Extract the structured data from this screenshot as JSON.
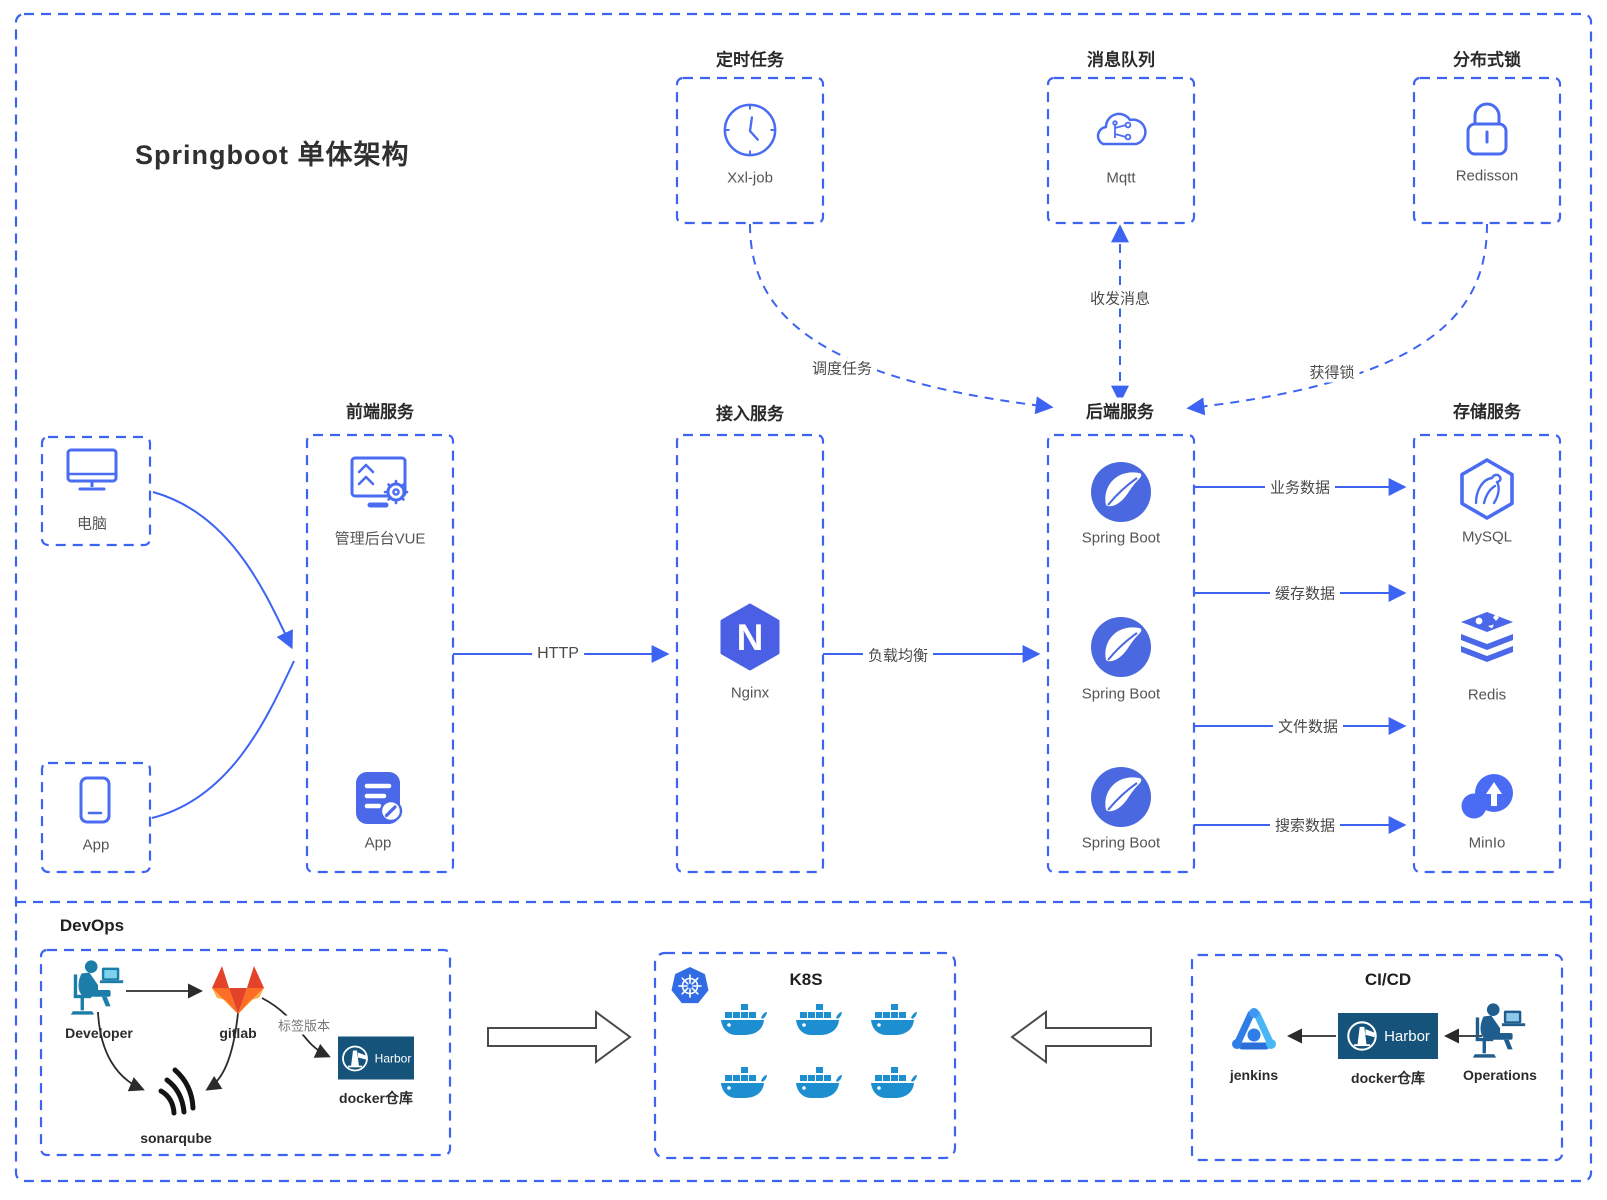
{
  "title": "Springboot 单体架构",
  "colors": {
    "accent_blue": "#3d63f2",
    "icon_blue": "#4a6cf2",
    "fill_blue": "#4a68e8",
    "docker_blue": "#1d8fd1",
    "k8s_blue": "#326ce5",
    "harbor_navy": "#15537b",
    "jenkins_blue": "#2e7ee8",
    "gitlab_orange": "#fc6d26",
    "gitlab_red": "#e24329",
    "developer_teal": "#1b7da8",
    "operations_navy": "#1f5d8f",
    "title_dark": "#303030",
    "label_gray": "#555555"
  },
  "sections": {
    "scheduled": {
      "title": "定时任务",
      "node": "Xxl-job"
    },
    "mq": {
      "title": "消息队列",
      "node": "Mqtt"
    },
    "lock": {
      "title": "分布式锁",
      "node": "Redisson"
    },
    "clients": {
      "pc": "电脑",
      "app": "App"
    },
    "frontend": {
      "title": "前端服务",
      "admin": "管理后台VUE",
      "app": "App"
    },
    "access": {
      "title": "接入服务",
      "node": "Nginx",
      "logo_letter": "N"
    },
    "backend": {
      "title": "后端服务",
      "nodes": [
        "Spring Boot",
        "Spring Boot",
        "Spring Boot"
      ]
    },
    "storage": {
      "title": "存储服务",
      "mysql": "MySQL",
      "redis": "Redis",
      "minio": "MinIo"
    }
  },
  "edges": {
    "dispatch": "调度任务",
    "messages": "收发消息",
    "acquire_lock": "获得锁",
    "http": "HTTP",
    "load_balance": "负载均衡",
    "business": "业务数据",
    "cache": "缓存数据",
    "file": "文件数据",
    "search": "搜索数据",
    "tag_version": "标签版本"
  },
  "devops": {
    "title": "DevOps",
    "developer": "Developer",
    "gitlab": "gitlab",
    "sonarqube": "sonarqube",
    "harbor": "Harbor",
    "docker_repo": "docker仓库",
    "k8s_title": "K8S",
    "cicd_title": "CI/CD",
    "jenkins": "jenkins",
    "harbor2": "Harbor",
    "docker_repo2": "docker仓库",
    "operations": "Operations"
  }
}
